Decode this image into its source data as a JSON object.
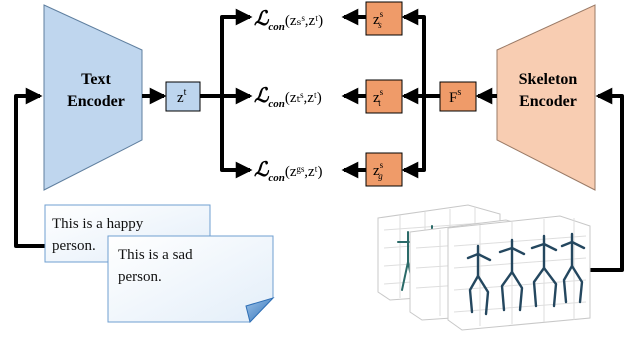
{
  "text_encoder": {
    "line1": "Text",
    "line2": "Encoder"
  },
  "skeleton_encoder": {
    "line1": "Skeleton",
    "line2": "Encoder"
  },
  "text_feature": {
    "base": "z",
    "sup": "t"
  },
  "skeleton_feature": {
    "base": "F",
    "sup": "s"
  },
  "skeleton_branches": [
    {
      "base": "z",
      "sup": "s",
      "sub": "s"
    },
    {
      "base": "z",
      "sup": "s",
      "sub": "t"
    },
    {
      "base": "z",
      "sup": "s",
      "sub": "g"
    }
  ],
  "losses": [
    {
      "symbol": "ℒ",
      "sub": "con",
      "args": "(zₛˢ,zᵗ)"
    },
    {
      "symbol": "ℒ",
      "sub": "con",
      "args": "(zₜˢ,zᵗ)"
    },
    {
      "symbol": "ℒ",
      "sub": "con",
      "args": "(zᵍˢ,zᵗ)"
    }
  ],
  "captions": [
    {
      "text": "This is a happy\nperson."
    },
    {
      "text": "This is a sad\nperson."
    }
  ],
  "colors": {
    "text_encoder_fill": "#bfd6ee",
    "skeleton_encoder_fill": "#f8cdb2",
    "feature_blue": "#bdd5ee",
    "feature_orange": "#ef9b69",
    "note_fill": "#eef4fb",
    "note_border": "#6f9fd0",
    "arrow": "#000000"
  }
}
